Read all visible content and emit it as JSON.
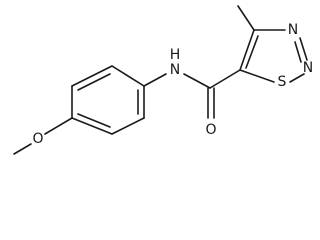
{
  "atoms": {
    "n_amide": "N",
    "h_amide": "H",
    "o_carbonyl": "O",
    "o_methoxy": "O",
    "s_ring": "S",
    "n_ring_1": "N",
    "n_ring_2": "N"
  }
}
